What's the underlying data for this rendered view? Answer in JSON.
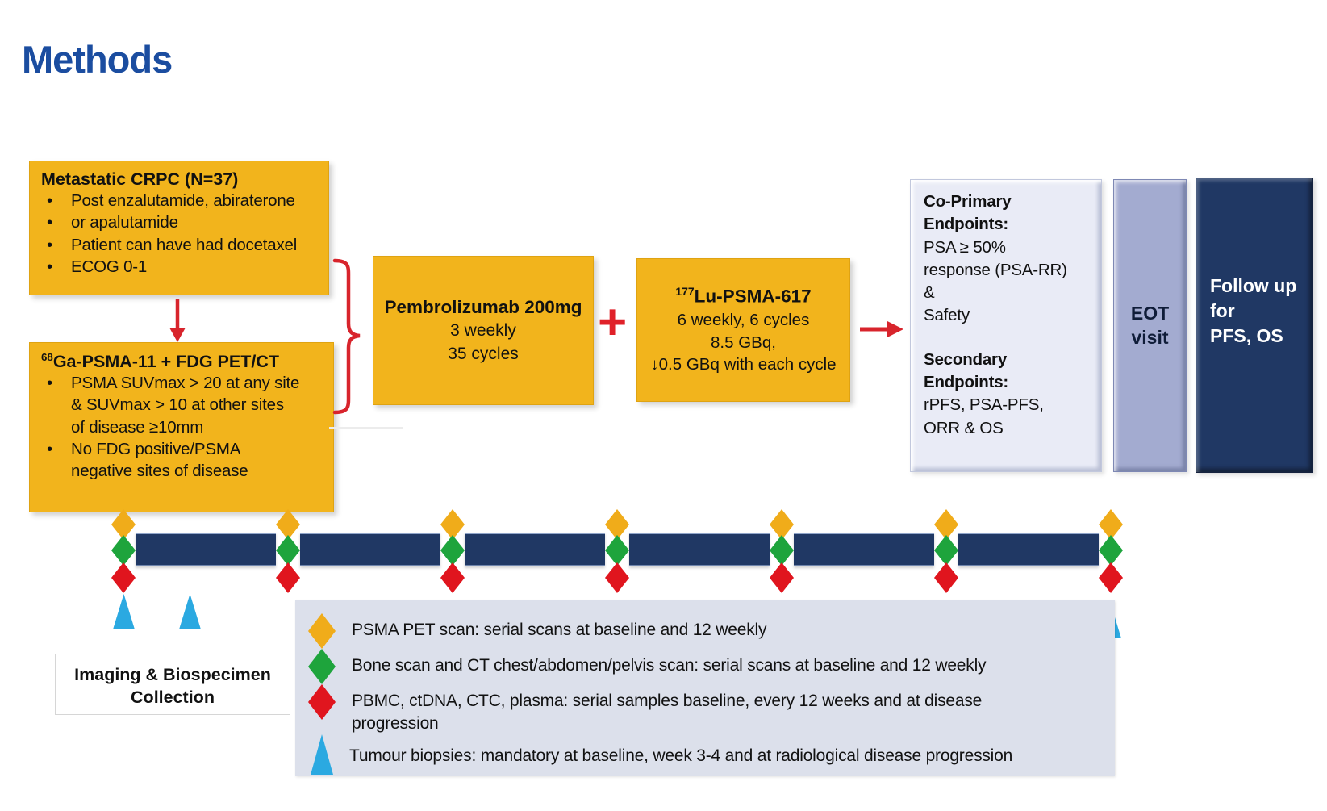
{
  "title": "Methods",
  "palette": {
    "title_blue": "#1B4DA0",
    "gold": "#F2B41C",
    "navy": "#203864",
    "red": "#E0151E",
    "green": "#1EA43C",
    "sky_blue": "#2BA9E1",
    "endpoint_box_bg": "#E9EBF6",
    "eot_box_bg": "#A3ABD0",
    "legend_bg": "#DCE0EB"
  },
  "eligibility": {
    "heading": "Metastatic CRPC (N=37)",
    "bullets": [
      "Post enzalutamide, abiraterone",
      "or apalutamide",
      "Patient can have had docetaxel",
      "ECOG 0-1"
    ]
  },
  "imaging_criteria": {
    "heading_sup": "68",
    "heading": "Ga-PSMA-11 + FDG PET/CT",
    "bullet1_lines": [
      "PSMA SUVmax > 20 at any site",
      "& SUVmax > 10 at other sites",
      "of disease ≥10mm"
    ],
    "bullet2_lines": [
      "No FDG positive/PSMA",
      "negative sites of disease"
    ]
  },
  "pembrolizumab": {
    "name": "Pembrolizumab 200mg",
    "schedule": "3 weekly",
    "cycles": "35 cycles"
  },
  "plus_sign": "+",
  "lu_psma": {
    "sup": "177",
    "name": "Lu-PSMA-617",
    "schedule": "6 weekly, 6 cycles",
    "dose": "8.5 GBq,",
    "dose_note": "↓0.5 GBq with each cycle"
  },
  "endpoints": {
    "primary_title": "Co-Primary Endpoints:",
    "primary_lines": [
      "PSA ≥ 50%",
      "response (PSA-RR)",
      "&",
      "Safety"
    ],
    "secondary_title": "Secondary Endpoints:",
    "secondary_lines": [
      "rPFS, PSA-PFS,",
      "ORR & OS"
    ]
  },
  "eot": {
    "line1": "EOT",
    "line2": "visit"
  },
  "follow_up": {
    "line1": "Follow up",
    "line2": "for",
    "line3": "PFS, OS"
  },
  "timeline": {
    "treatment_bars": 6,
    "marker_columns": 7,
    "column_markers": [
      "psma-pet-scan",
      "bone-ct-scan",
      "biospecimen-sample"
    ],
    "baseline_biopsies": 2,
    "end_biopsy": 1
  },
  "legend": {
    "items": [
      {
        "marker": "psma-pet-diamond",
        "text": "PSMA PET scan: serial scans at baseline and 12 weekly"
      },
      {
        "marker": "bone-ct-diamond",
        "text": "Bone scan and CT chest/abdomen/pelvis scan: serial scans at baseline and 12 weekly"
      },
      {
        "marker": "biospecimen-diamond",
        "text": "PBMC, ctDNA, CTC, plasma: serial  samples baseline, every 12 weeks and at disease progression"
      },
      {
        "marker": "biopsy-triangle",
        "text": "Tumour biopsies: mandatory at baseline, week 3-4 and at radiological disease progression"
      }
    ]
  },
  "imaging_label": {
    "line1": "Imaging & Biospecimen",
    "line2": "Collection"
  }
}
